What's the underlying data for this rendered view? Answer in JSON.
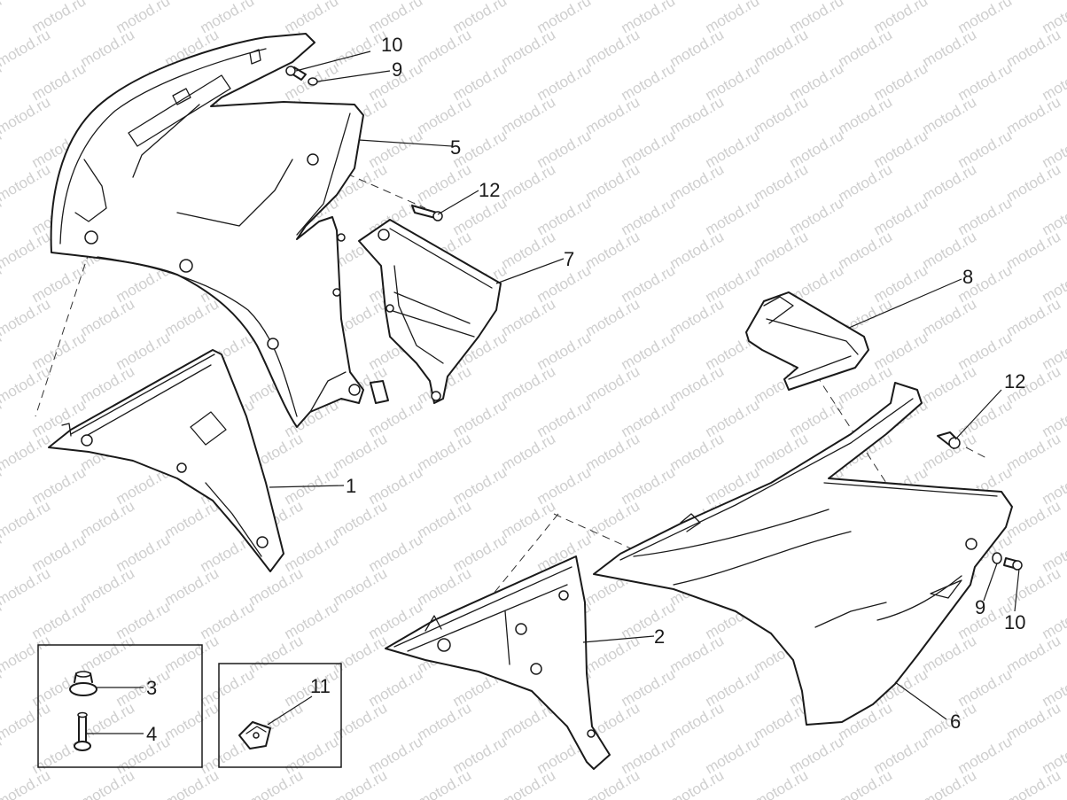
{
  "watermark": {
    "text": "motod.ru",
    "color": "#cfcfcf"
  },
  "callouts": {
    "c1": "1",
    "c2": "2",
    "c3": "3",
    "c4": "4",
    "c5": "5",
    "c6": "6",
    "c7": "7",
    "c8": "8",
    "c9_top": "9",
    "c9_right": "9",
    "c10_top": "10",
    "c10_right": "10",
    "c11": "11",
    "c12_top": "12",
    "c12_right": "12"
  },
  "colors": {
    "line": "#1a1a1a",
    "background": "#ffffff"
  }
}
